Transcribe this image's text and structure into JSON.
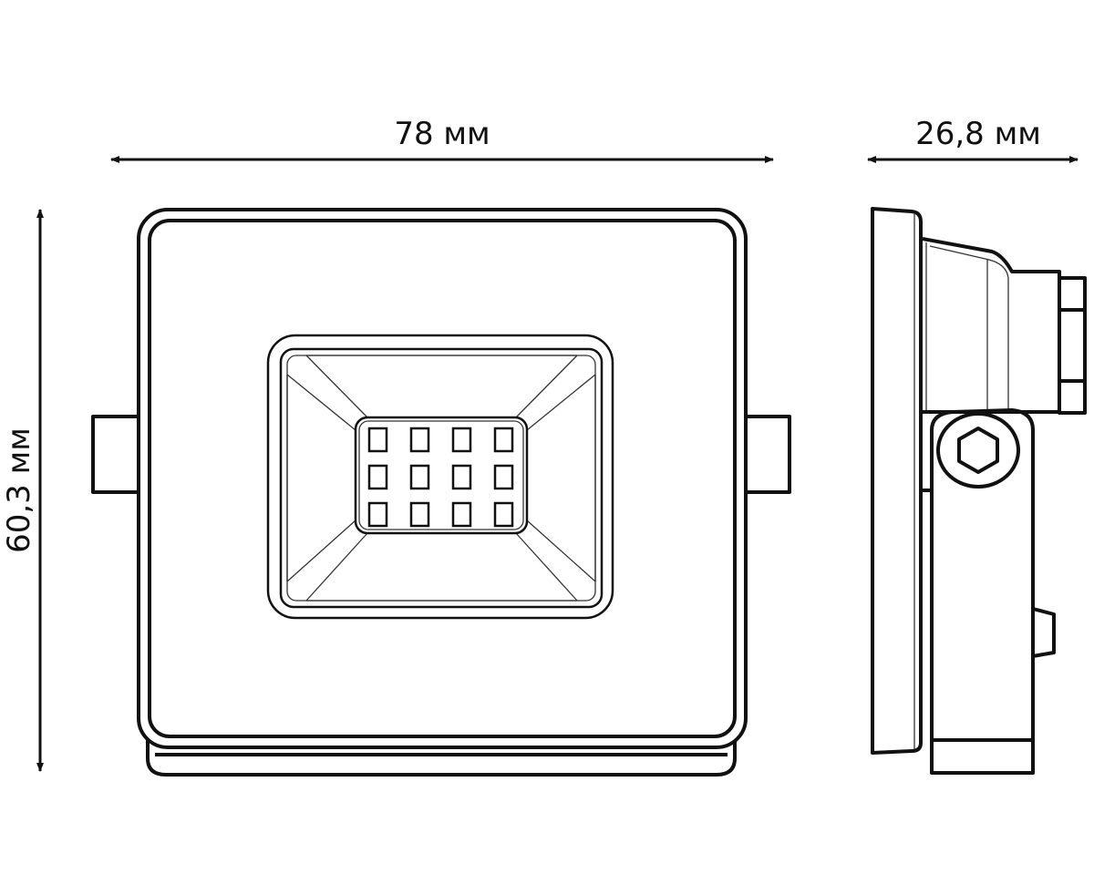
{
  "dimensions": {
    "width_label": "78 мм",
    "depth_label": "26,8 мм",
    "height_label": "60,3 мм"
  },
  "led_grid": {
    "rows": 3,
    "cols": 4
  },
  "colors": {
    "line": "#111111",
    "background": "#ffffff"
  }
}
